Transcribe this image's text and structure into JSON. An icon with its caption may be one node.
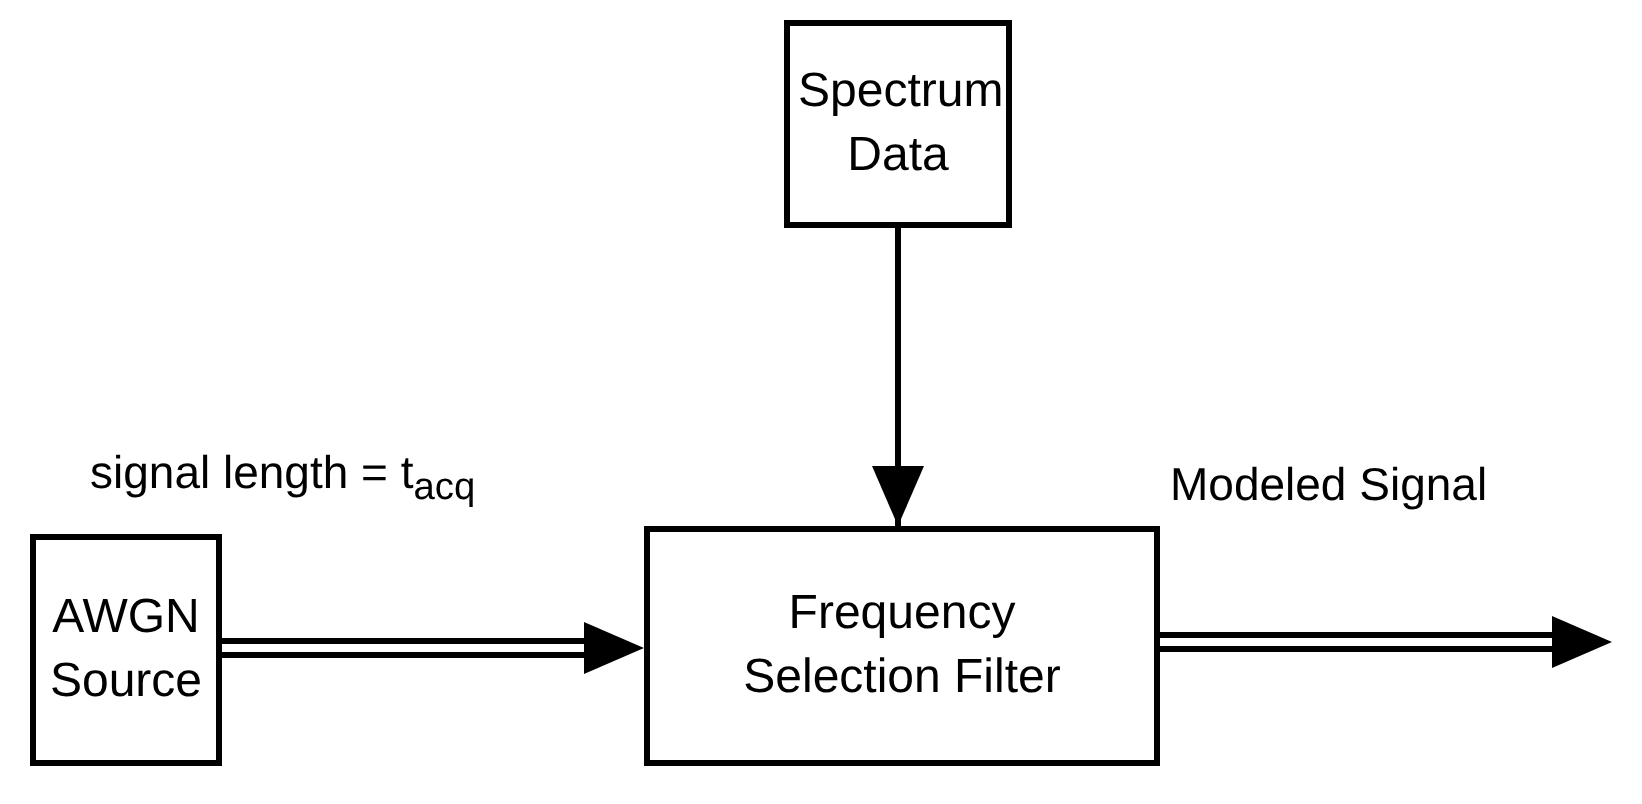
{
  "diagram": {
    "nodes": [
      {
        "text": [
          "Spectrum Data"
        ]
      },
      {
        "text": [
          "AWGN Source"
        ],
        "beside": [
          "signal length = t$_{acq}$"
        ]
      },
      {
        "text": [
          "Frequency Selection Filter"
        ]
      }
    ],
    "edges": [
      {
        "from": 0,
        "to": 2,
        "arrow": "to"
      },
      {
        "from": 1,
        "to": 2,
        "arrow": "to",
        "style": "thick"
      },
      {
        "from": 2,
        "to": null,
        "arrow": "to",
        "style": "thick",
        "label": "Modeled Signal"
      }
    ]
  }
}
